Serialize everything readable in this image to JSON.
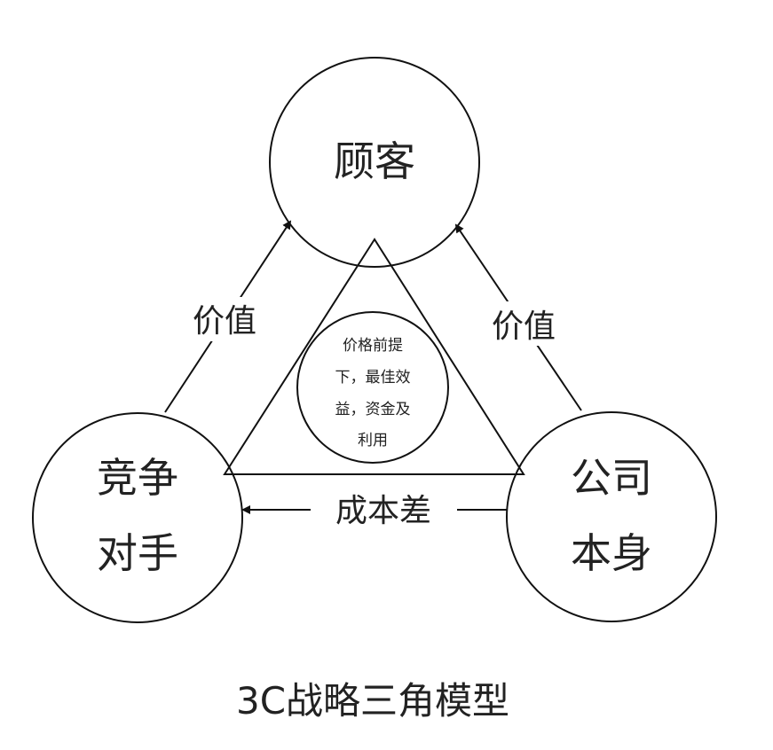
{
  "nodes": {
    "customer": "顾客",
    "competitor_line1": "竞争",
    "competitor_line2": "对手",
    "company_line1": "公司",
    "company_line2": "本身"
  },
  "edges": {
    "left_value": "价值",
    "right_value": "价值",
    "cost_diff": "成本差"
  },
  "center": {
    "line1": "价格前提",
    "line2": "下，最佳效",
    "line3": "益，资金及",
    "line4": "利用"
  },
  "title": "3C战略三角模型"
}
